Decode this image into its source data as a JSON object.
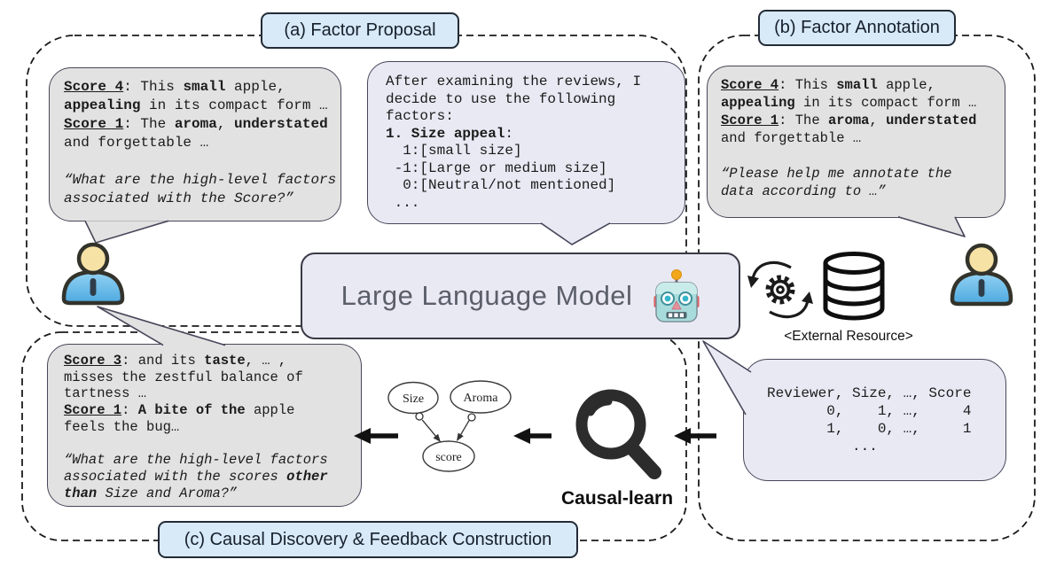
{
  "panels": {
    "a": {
      "label": "(a) Factor Proposal"
    },
    "b": {
      "label": "(b) Factor Annotation"
    },
    "c": {
      "label": "(c) Causal Discovery & Feedback Construction"
    }
  },
  "llm_box": {
    "title": "Large Language Model",
    "icon": "robot-icon"
  },
  "external_resource": {
    "label": "<External Resource>",
    "icons": [
      "sync-gear-icon",
      "database-icon"
    ]
  },
  "causal_learn": {
    "label": "Causal-learn",
    "icon": "magnifier-icon"
  },
  "causal_graph": {
    "nodes": [
      {
        "id": "Size"
      },
      {
        "id": "Aroma"
      },
      {
        "id": "score"
      }
    ],
    "edges": [
      {
        "from": "Size",
        "to": "score",
        "mark": "circle-arrow"
      },
      {
        "from": "Aroma",
        "to": "score",
        "mark": "circle-arrow"
      }
    ]
  },
  "colors": {
    "bubble_gray": "#e2e2e2",
    "bubble_lavender": "#e9e9f4",
    "label_blue": "#d8e9f8",
    "person_body_blue": "#5ab6ea",
    "person_skin": "#f7e2a5"
  },
  "bubbles": {
    "factor_proposal_user": {
      "speaker": "user",
      "lines": [
        [
          {
            "t": "Score 4",
            "b": true,
            "u": true
          },
          {
            "t": ": This "
          },
          {
            "t": "small",
            "b": true
          },
          {
            "t": " apple,"
          }
        ],
        [
          {
            "t": "appealing",
            "b": true
          },
          {
            "t": " in its compact form …"
          }
        ],
        [
          {
            "t": "Score 1",
            "b": true,
            "u": true
          },
          {
            "t": ": The "
          },
          {
            "t": "aroma",
            "b": true
          },
          {
            "t": ", "
          },
          {
            "t": "understated",
            "b": true
          }
        ],
        [
          {
            "t": "and forgettable …"
          }
        ],
        [],
        [
          {
            "t": "“What are the high-level factors",
            "i": true
          }
        ],
        [
          {
            "t": "associated with the Score?”",
            "i": true
          }
        ]
      ]
    },
    "llm_factor_reply": {
      "speaker": "llm",
      "lines": [
        [
          {
            "t": "After examining the reviews, I"
          }
        ],
        [
          {
            "t": "decide to use the following"
          }
        ],
        [
          {
            "t": "factors:"
          }
        ],
        [
          {
            "t": "1. Size appeal",
            "b": true
          },
          {
            "t": ":"
          }
        ],
        [
          {
            "t": "  1:[small size]"
          }
        ],
        [
          {
            "t": " -1:[Large or medium size]"
          }
        ],
        [
          {
            "t": "  0:[Neutral/not mentioned]"
          }
        ],
        [
          {
            "t": " ..."
          }
        ]
      ]
    },
    "factor_annotation_user": {
      "speaker": "user",
      "lines": [
        [
          {
            "t": "Score 4",
            "b": true,
            "u": true
          },
          {
            "t": ": This "
          },
          {
            "t": "small",
            "b": true
          },
          {
            "t": " apple,"
          }
        ],
        [
          {
            "t": "appealing",
            "b": true
          },
          {
            "t": " in its compact form …"
          }
        ],
        [
          {
            "t": "Score 1",
            "b": true,
            "u": true
          },
          {
            "t": ": The "
          },
          {
            "t": "aroma",
            "b": true
          },
          {
            "t": ", "
          },
          {
            "t": "understated",
            "b": true
          }
        ],
        [
          {
            "t": "and forgettable …"
          }
        ],
        [],
        [
          {
            "t": "“Please help me annotate the",
            "i": true
          }
        ],
        [
          {
            "t": "data according to …”",
            "i": true
          }
        ]
      ]
    },
    "feedback_user": {
      "speaker": "user",
      "lines": [
        [
          {
            "t": "Score 3",
            "b": true,
            "u": true
          },
          {
            "t": ": and its "
          },
          {
            "t": "taste",
            "b": true
          },
          {
            "t": ", … ,"
          }
        ],
        [
          {
            "t": "misses the zestful balance of"
          }
        ],
        [
          {
            "t": "tartness …"
          }
        ],
        [
          {
            "t": "Score 1",
            "b": true,
            "u": true
          },
          {
            "t": ": "
          },
          {
            "t": "A bite of the",
            "b": true
          },
          {
            "t": " apple"
          }
        ],
        [
          {
            "t": "feels the bug…"
          }
        ],
        [],
        [
          {
            "t": "“What are the high-level factors",
            "i": true
          }
        ],
        [
          {
            "t": "associated with the scores ",
            "i": true
          },
          {
            "t": "other",
            "b": true,
            "i": true
          }
        ],
        [
          {
            "t": "than",
            "b": true,
            "i": true
          },
          {
            "t": " Size and Aroma?”",
            "i": true
          }
        ]
      ]
    },
    "annotated_data": {
      "speaker": "llm",
      "lines": [
        "Reviewer, Size, …, Score",
        "       0,    1, …,     4",
        "       1,    0, …,     1",
        "          ..."
      ]
    }
  }
}
